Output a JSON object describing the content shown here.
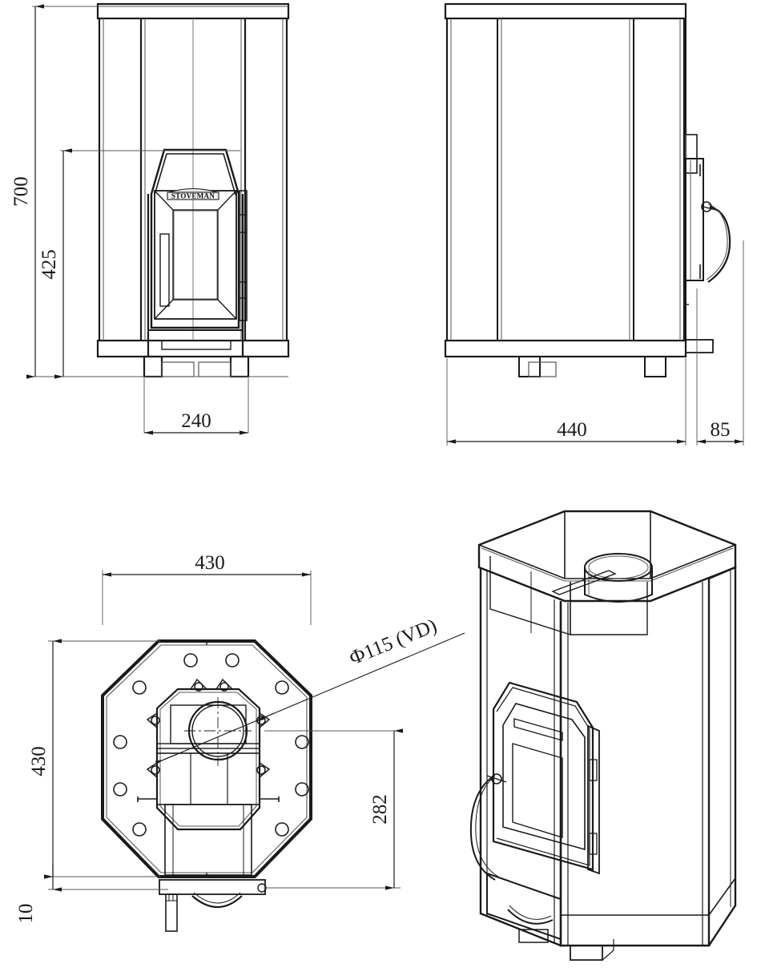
{
  "drawing": {
    "title": "Sauna stove technical drawing",
    "brand_logo": "STOVEMAN",
    "views": [
      {
        "id": "front",
        "name": "front-elevation-view"
      },
      {
        "id": "side",
        "name": "side-elevation-view"
      },
      {
        "id": "top",
        "name": "top-plan-view"
      },
      {
        "id": "iso",
        "name": "isometric-3d-view"
      }
    ]
  },
  "dimensions": {
    "front_total_height": "700",
    "front_door_height": "425",
    "front_width": "240",
    "side_depth": "440",
    "side_handle_projection": "85",
    "top_width": "430",
    "top_depth": "430",
    "top_offset": "282",
    "top_edge_gap": "10",
    "flue_diameter": "Ф115 (VD)"
  },
  "colors": {
    "line": "#1a1a1a",
    "thin_line": "#555555",
    "background": "#ffffff",
    "dim_text": "#1a1a1a"
  }
}
